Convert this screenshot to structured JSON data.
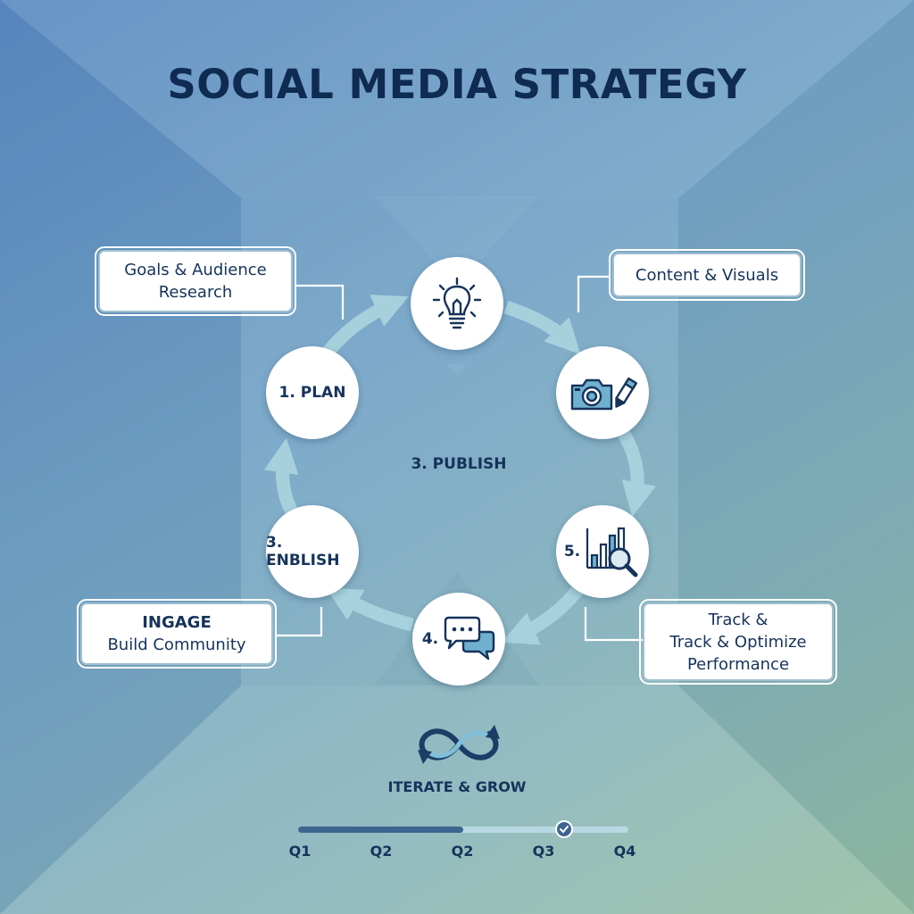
{
  "title": "SOCIAL MEDIA STRATEGY",
  "colors": {
    "title": "#0f2b52",
    "arrow": "#a9d3de",
    "icon_stroke": "#16335a",
    "icon_fill": "#6fb0cf",
    "card_border": "#9fbfcf"
  },
  "center_label": "3. PUBLISH",
  "nodes": [
    {
      "id": "ideation",
      "label": "",
      "icon": "lightbulb-icon"
    },
    {
      "id": "plan",
      "label": "1. PLAN",
      "icon": ""
    },
    {
      "id": "create",
      "label": "",
      "icon": "camera-pen-icon"
    },
    {
      "id": "engage",
      "label": "3. ENBLISH",
      "icon": ""
    },
    {
      "id": "analyze",
      "label": "5.",
      "icon": "chart-search-icon"
    },
    {
      "id": "community",
      "label": "4.",
      "icon": "chat-bubbles-icon"
    }
  ],
  "cards": {
    "goals": {
      "line1": "Goals & Audience",
      "line2": "Research"
    },
    "content": {
      "line1": "Content & Visuals"
    },
    "engage": {
      "line1": "INGAGE",
      "line2": "Build Community"
    },
    "track": {
      "line1": "Track &",
      "line2": "Track & Optimize",
      "line3": "Performance"
    }
  },
  "footer": {
    "label": "ITERATE & GROW",
    "icon": "infinity-cycle-icon",
    "timeline": {
      "quarters": [
        "Q1",
        "Q2",
        "Q2",
        "Q3",
        "Q4"
      ],
      "progress": 0.5,
      "marker": "check-icon"
    }
  }
}
